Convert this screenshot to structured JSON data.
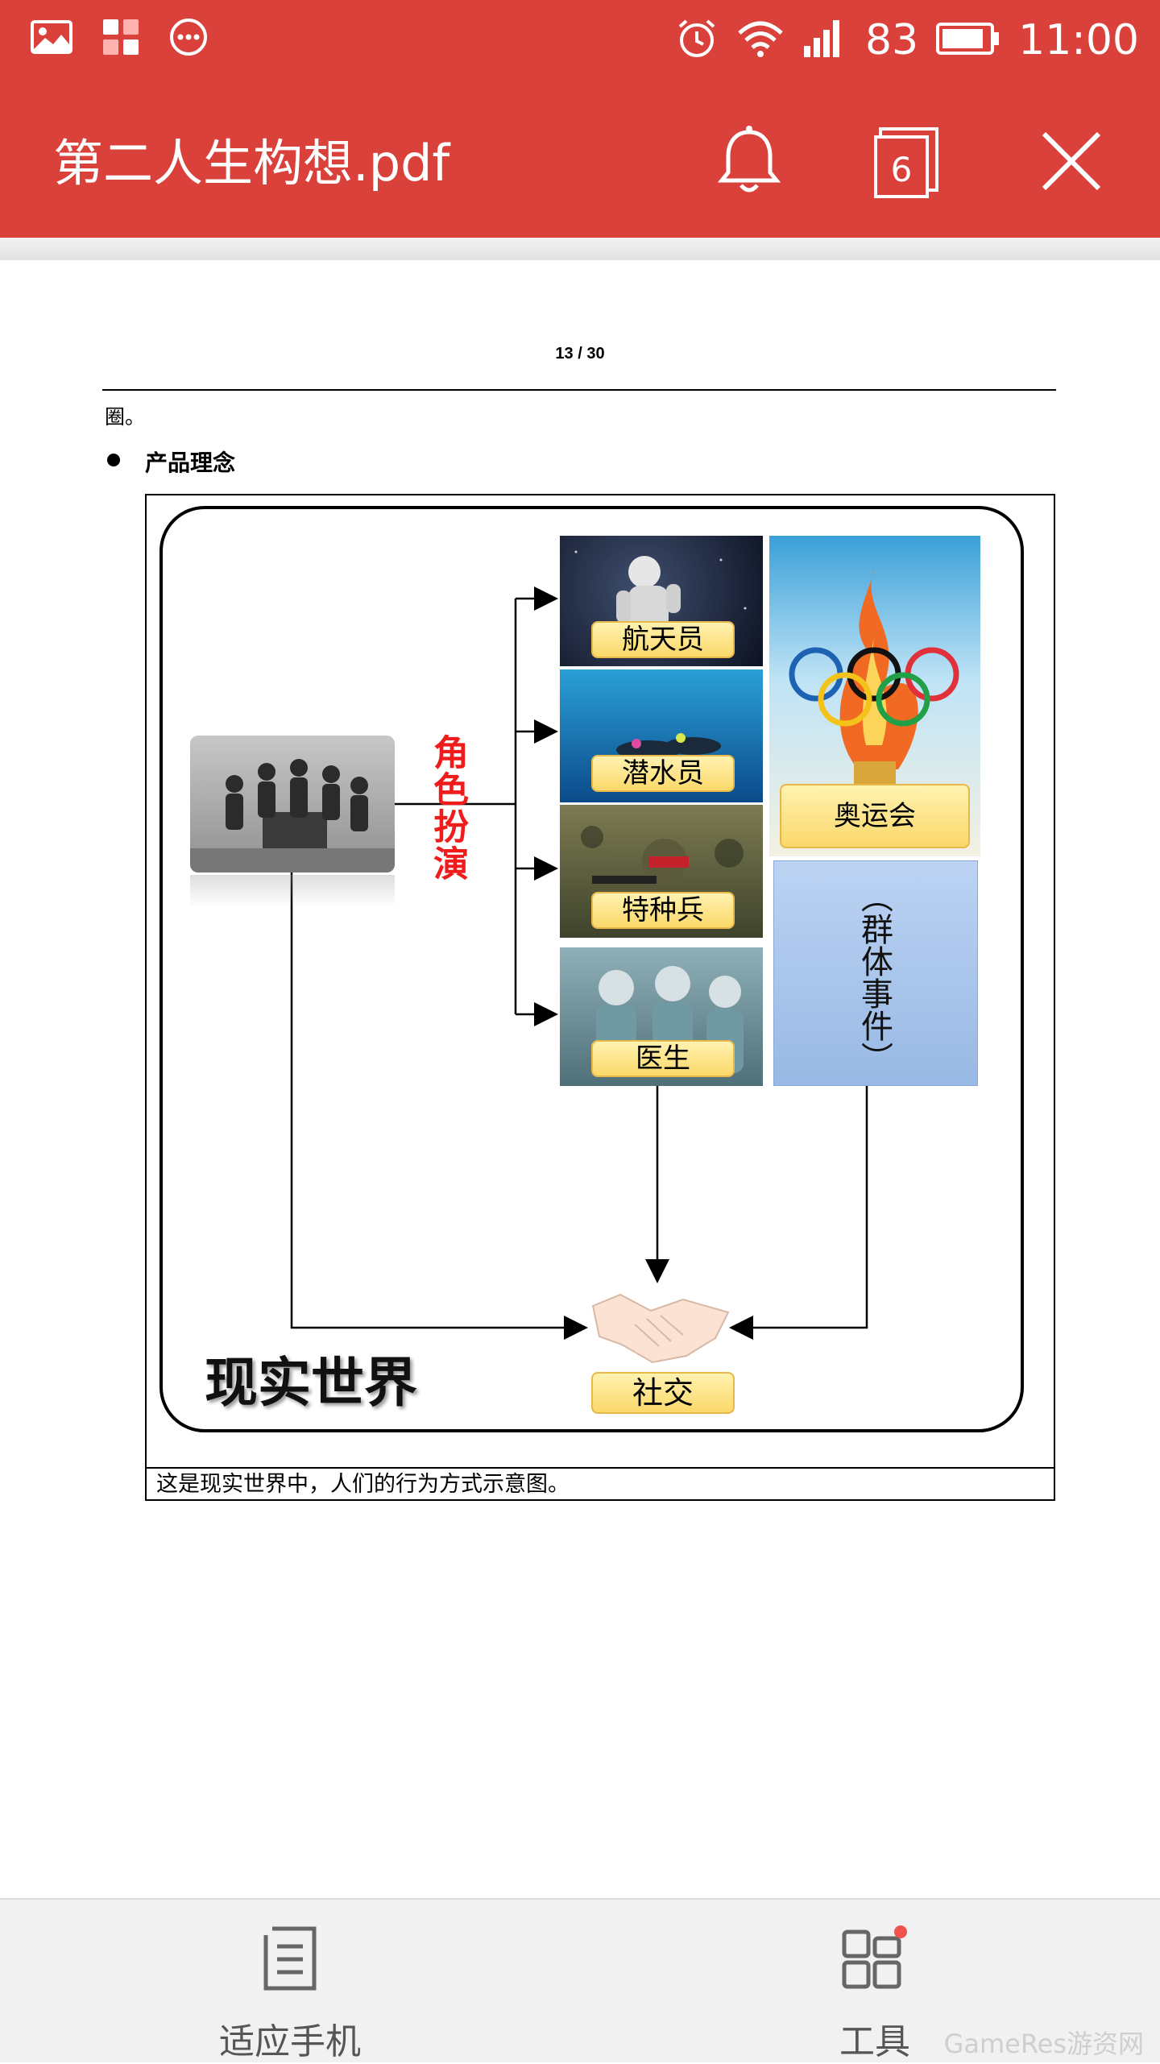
{
  "status_bar": {
    "battery": "83",
    "time": "11:00",
    "icons": [
      "gallery-icon",
      "app-grid-icon",
      "more-dots-icon",
      "alarm-icon",
      "wifi-icon",
      "signal-icon",
      "battery-icon"
    ]
  },
  "app_bar": {
    "title": "第二人生构想.pdf",
    "tab_count": "6",
    "icons": [
      "bell-icon",
      "tabs-icon",
      "close-icon"
    ]
  },
  "document": {
    "page_indicator": "13 / 30",
    "carryover_text": "圈。",
    "bullet_heading": "产品理念",
    "figure": {
      "role_play_label": "角色扮演",
      "roles": [
        "航天员",
        "潜水员",
        "特种兵",
        "医生"
      ],
      "olympics_label": "奥运会",
      "group_event_label": "（群体事件）",
      "social_label": "社交",
      "world_label": "现实世界"
    },
    "caption": "这是现实世界中，人们的行为方式示意图。"
  },
  "bottom_bar": {
    "fit_phone_label": "适应手机",
    "tools_label": "工具"
  },
  "watermark": "GameRes游资网",
  "colors": {
    "brand_red": "#d9413a",
    "label_yellow": "#fbd86a",
    "role_play_red": "#ef1c1c",
    "group_event_blue": "#a9c6ec"
  }
}
